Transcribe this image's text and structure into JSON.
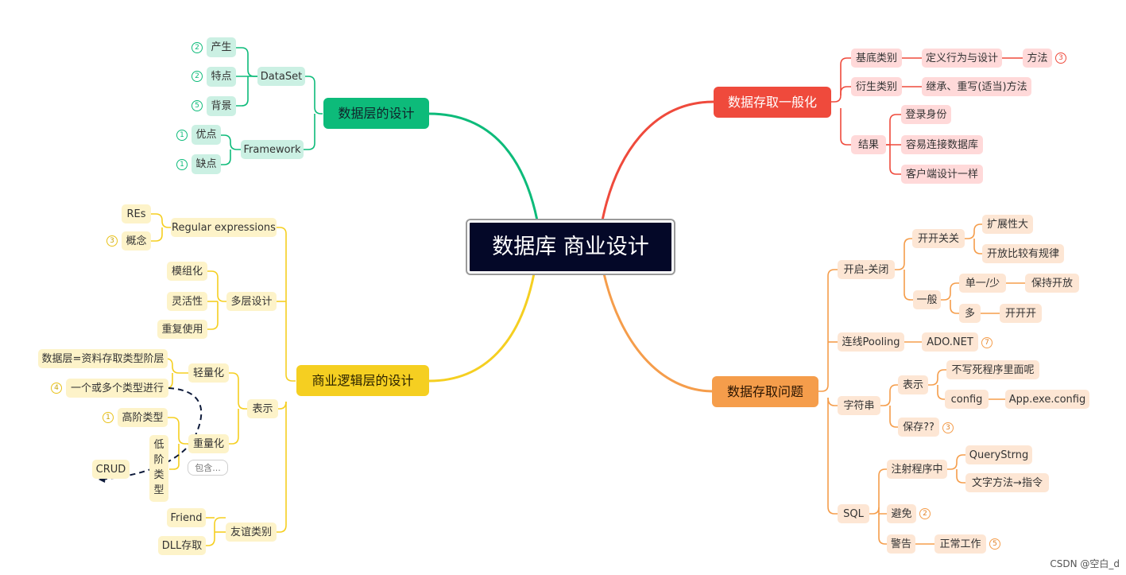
{
  "root": "数据库 商业设计",
  "branches": {
    "data_layer": {
      "title": "数据层的设计",
      "dataset": {
        "label": "DataSet",
        "children": [
          "产生",
          "特点",
          "背景"
        ],
        "badges": [
          "2",
          "2",
          "5"
        ]
      },
      "framework": {
        "label": "Framework",
        "children": [
          "优点",
          "缺点"
        ],
        "badges": [
          "1",
          "1"
        ]
      }
    },
    "access_general": {
      "title": "数据存取一般化",
      "base_class": {
        "label": "基底类别",
        "child": "定义行为与设计",
        "grandchild": "方法",
        "badge": "3"
      },
      "derived_class": {
        "label": "衍生类别",
        "child": "继承、重写(适当)方法"
      },
      "result": {
        "label": "结果",
        "children": [
          "登录身份",
          "容易连接数据库",
          "客户端设计一样"
        ]
      }
    },
    "business_logic": {
      "title": "商业逻辑层的设计",
      "regex": {
        "label": "Regular expressions",
        "children": [
          "REs",
          "概念"
        ],
        "badge": "3"
      },
      "multi_layer": {
        "label": "多层设计",
        "children": [
          "模组化",
          "灵活性",
          "重复使用"
        ]
      },
      "represent": {
        "label": "表示",
        "light": {
          "label": "轻量化",
          "children": [
            "数据层=资料存取类型阶层",
            "一个或多个类型进行"
          ],
          "badge": "4"
        },
        "heavy": {
          "label": "重量化",
          "high": "高阶类型",
          "high_badge": "1",
          "low": "低阶类型",
          "collapsed": "包含...",
          "crud": "CRUD"
        }
      },
      "friend": {
        "label": "友谊类别",
        "children": [
          "Friend",
          "DLL存取"
        ]
      }
    },
    "access_issues": {
      "title": "数据存取问题",
      "open_close": {
        "label": "开启-关闭",
        "kaiguan": {
          "label": "开开关关",
          "children": [
            "扩展性大",
            "开放比较有规律"
          ]
        },
        "general": {
          "label": "一般",
          "single": "单一/少",
          "single_child": "保持开放",
          "many": "多",
          "many_child": "开开开"
        }
      },
      "pooling": {
        "label": "连线Pooling",
        "child": "ADO.NET",
        "badge": "7"
      },
      "string": {
        "label": "字符串",
        "represent": {
          "label": "表示",
          "child1": "不写死程序里面呢",
          "config": "config",
          "config_child": "App.exe.config"
        },
        "save": {
          "label": "保存??",
          "badge": "3"
        }
      },
      "sql": {
        "label": "SQL",
        "injection": {
          "label": "注射程序中",
          "children": [
            "QueryStrng",
            "文字方法→指令"
          ]
        },
        "avoid": {
          "label": "避免",
          "badge": "2"
        },
        "warning": {
          "label": "警告",
          "child": "正常工作",
          "badge": "5"
        }
      }
    }
  },
  "colors": {
    "green": "#0dbb7a",
    "red": "#ef4a3c",
    "yellow": "#f5cf21",
    "orange": "#f59d4b",
    "root": "#040828"
  },
  "watermark": "CSDN @空白_d"
}
